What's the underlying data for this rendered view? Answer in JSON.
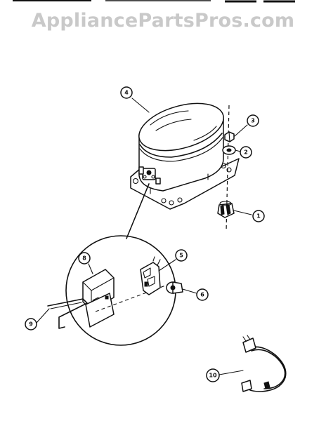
{
  "watermark": "AppliancePartsPros.com",
  "callouts": {
    "c1": "1",
    "c2": "2",
    "c3": "3",
    "c4": "4",
    "c5": "5",
    "c6": "6",
    "c8": "8",
    "c9": "9",
    "c10": "10"
  }
}
